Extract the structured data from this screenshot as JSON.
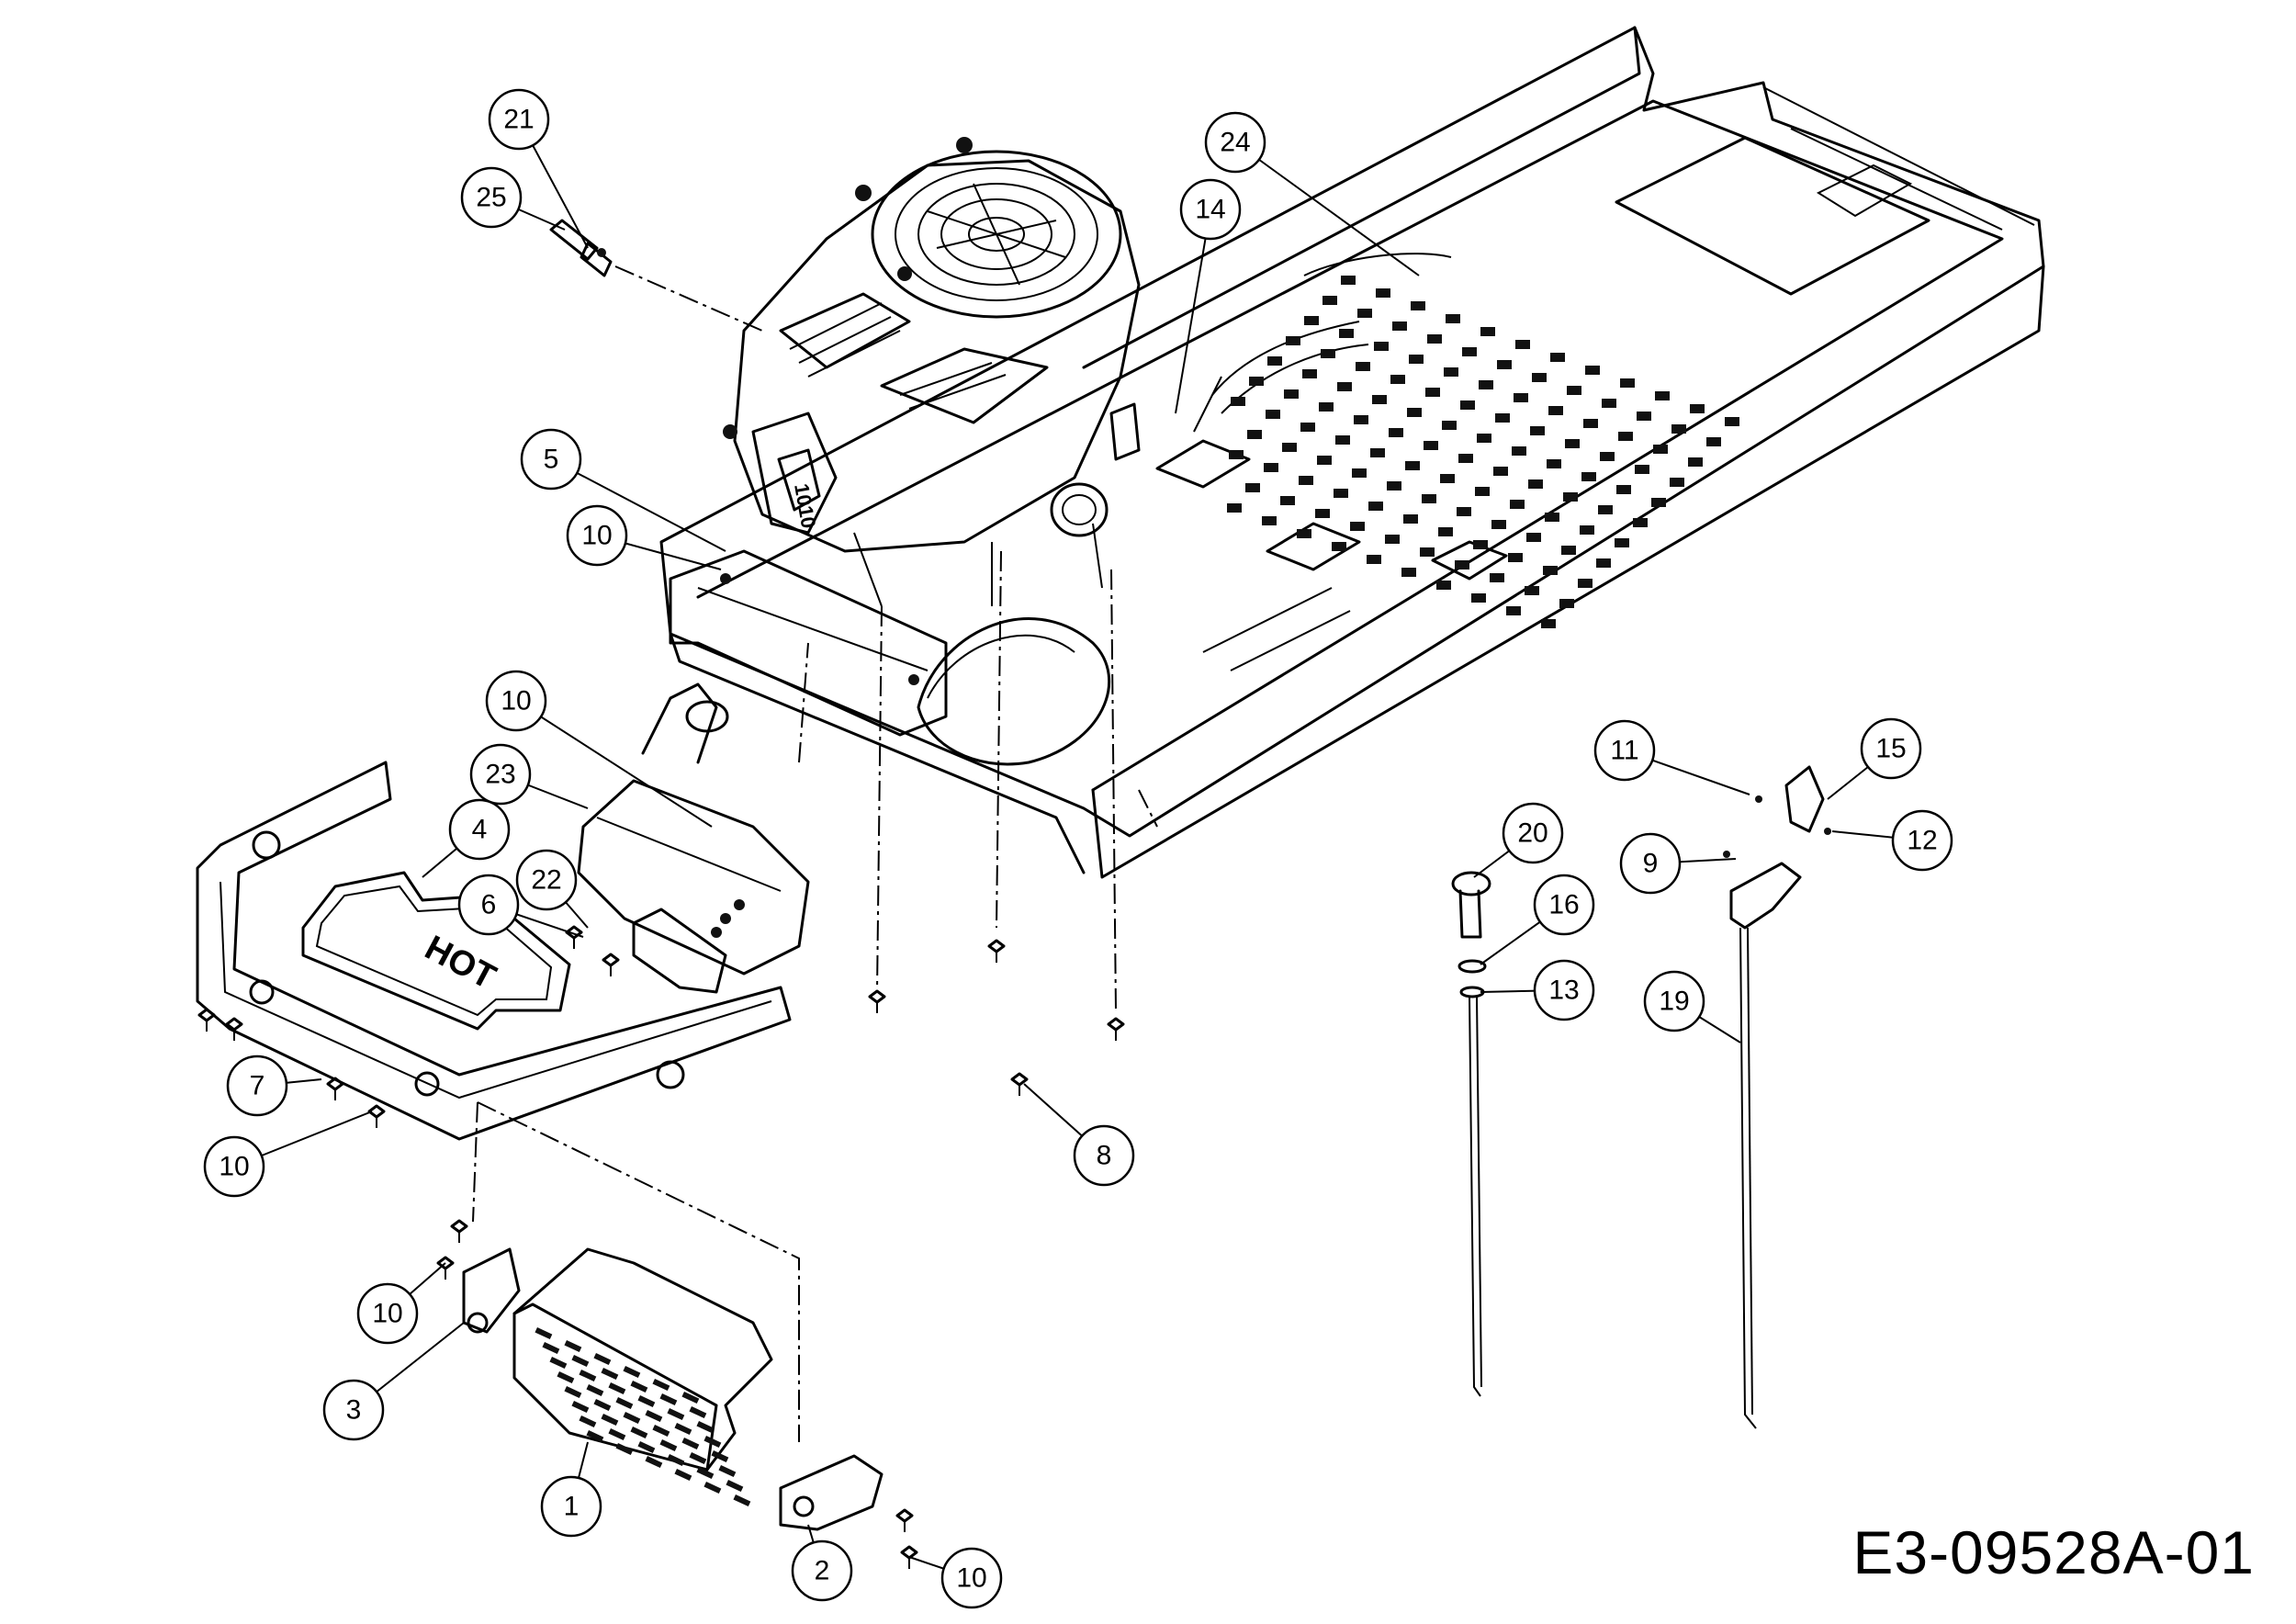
{
  "drawing_code": "E3-09528A-01",
  "callouts": [
    {
      "label": "21"
    },
    {
      "label": "25"
    },
    {
      "label": "24"
    },
    {
      "label": "14"
    },
    {
      "label": "5"
    },
    {
      "label": "10"
    },
    {
      "label": "10"
    },
    {
      "label": "23"
    },
    {
      "label": "4"
    },
    {
      "label": "22"
    },
    {
      "label": "6"
    },
    {
      "label": "7"
    },
    {
      "label": "10"
    },
    {
      "label": "8"
    },
    {
      "label": "10"
    },
    {
      "label": "3"
    },
    {
      "label": "1"
    },
    {
      "label": "2"
    },
    {
      "label": "10"
    },
    {
      "label": "11"
    },
    {
      "label": "15"
    },
    {
      "label": "12"
    },
    {
      "label": "9"
    },
    {
      "label": "20"
    },
    {
      "label": "16"
    },
    {
      "label": "13"
    },
    {
      "label": "19"
    }
  ],
  "decal_text": "HOT",
  "engine_panel_text": "1010"
}
